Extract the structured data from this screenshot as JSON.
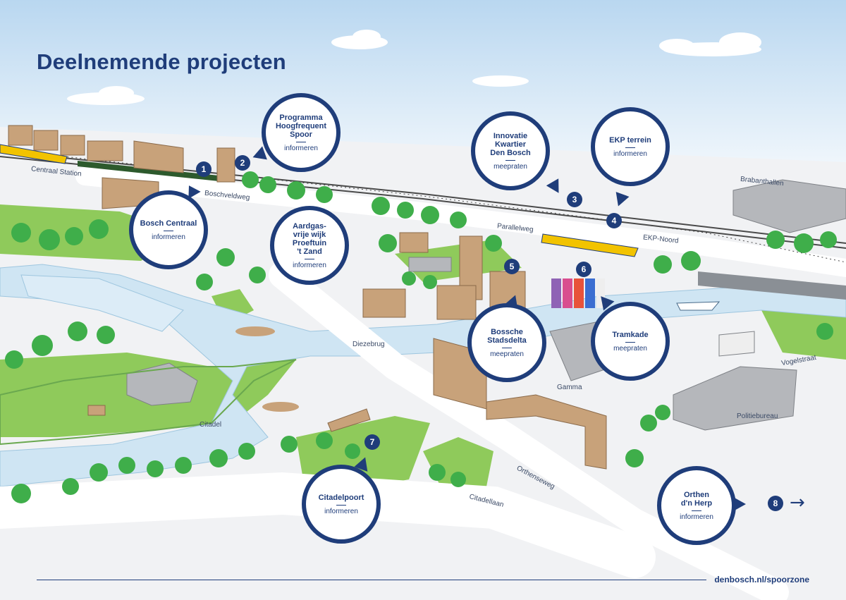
{
  "title": "Deelnemende projecten",
  "colors": {
    "navy": "#1f3d7a",
    "sky": "#dbeaf7",
    "water": "#cde4f2",
    "grass": "#8fca5b",
    "tree": "#4caf50",
    "road": "#ffffff",
    "building": "#c8a27a"
  },
  "street_labels": {
    "centraal_station": "Centraal Station",
    "boschveldweg": "Boschveldweg",
    "parallelweg": "Parallelweg",
    "ekp_noord": "EKP-Noord",
    "brabanthallen": "Brabanthallen",
    "diezebrug": "Diezebrug",
    "vogelstraat": "Vogelstraat",
    "gamma": "Gamma",
    "politiebureau": "Politiebureau",
    "citadel": "Citadel",
    "orthenseweg": "Orthenseweg",
    "citadellaan": "Citadellaan"
  },
  "projects": [
    {
      "number": "1",
      "name": "Bosch Centraal",
      "status": "informeren"
    },
    {
      "number": "2",
      "name": "Programma\nHoogfrequent\nSpoor",
      "status": "informeren"
    },
    {
      "number": "3",
      "name": "Innovatie\nKwartier\nDen Bosch",
      "status": "meepraten"
    },
    {
      "number": "4",
      "name": "EKP terrein",
      "status": "informeren"
    },
    {
      "number": "5",
      "name": "Bossche\nStadsdelta",
      "status": "meepraten"
    },
    {
      "number": "6",
      "name": "Tramkade",
      "status": "meepraten"
    },
    {
      "number": "7",
      "name": "Citadelpoort",
      "status": "informeren"
    },
    {
      "number": "8",
      "name": "Orthen\nd'n Herp",
      "status": "informeren"
    }
  ],
  "misc": {
    "aardgas_name": "Aardgas-\nvrije wijk\nProeftuin\n't Zand",
    "aardgas_status": "informeren",
    "next_arrow": "→"
  },
  "footer": {
    "url": "denbosch.nl/spoorzone"
  }
}
